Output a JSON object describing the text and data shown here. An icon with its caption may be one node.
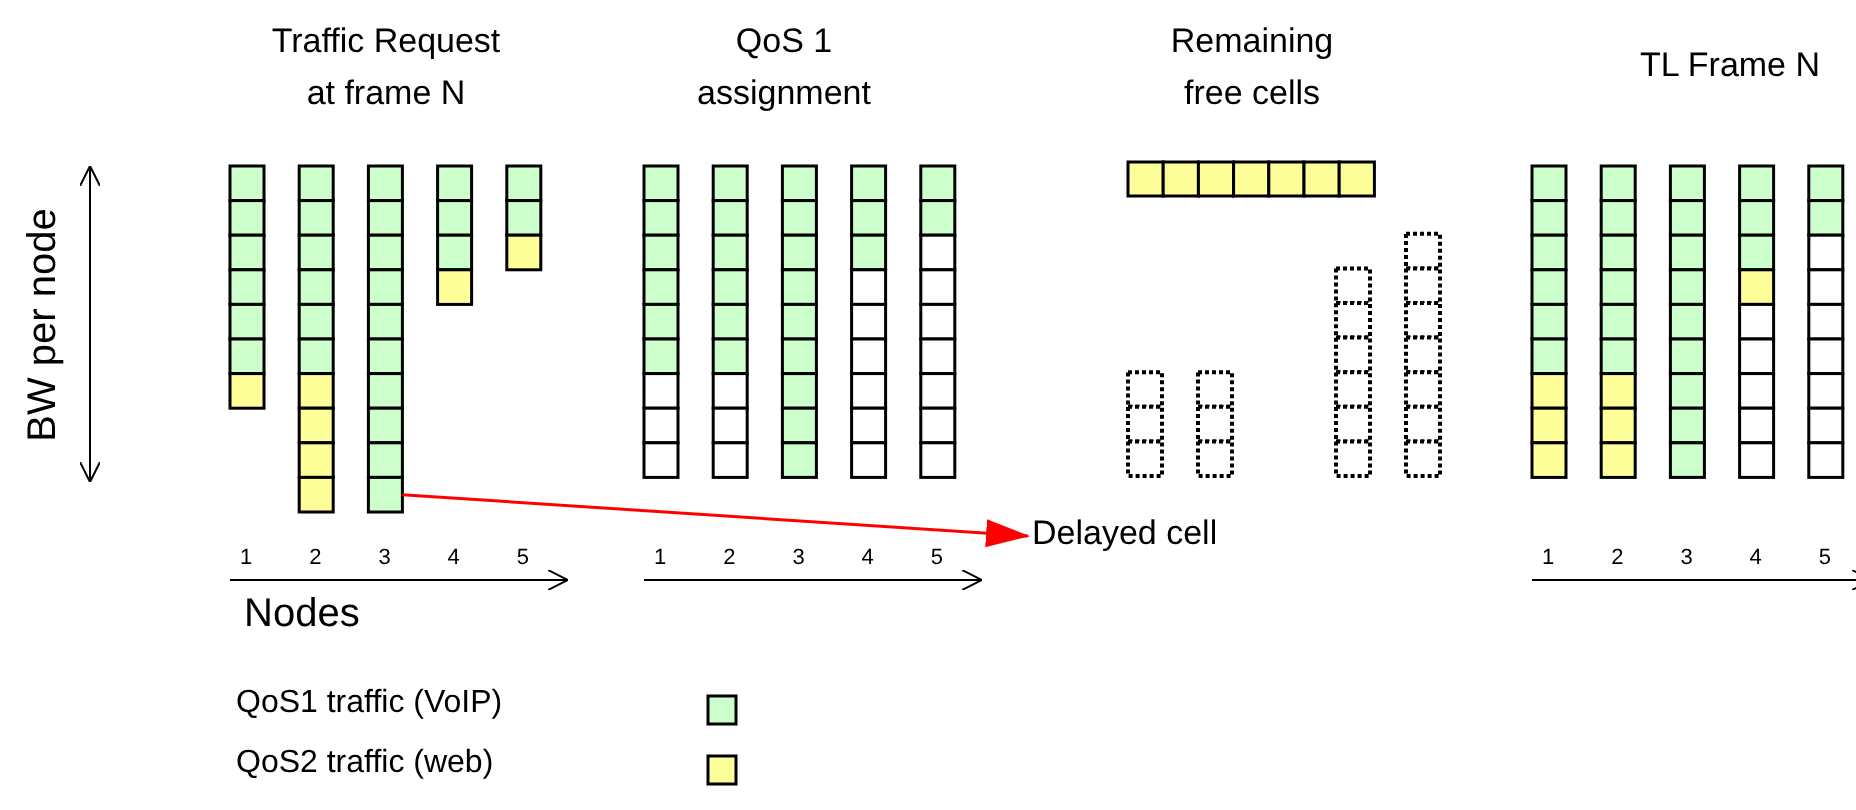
{
  "diagram": {
    "nodes": [
      {
        "text": [],
        "shape": "box"
      },
      {
        "text": [
          "Delayed cell"
        ]
      }
    ],
    "edges": [
      {
        "from": 0,
        "to": 1,
        "arrow": "to"
      }
    ],
    "labels": [
      "Traffic Request at frame N",
      "QoS 1 assignment",
      "Remaining free cells",
      "TL Frame N",
      "BW per node",
      "1",
      "2",
      "3",
      "4",
      "5",
      "1",
      "2",
      "3",
      "4",
      "5",
      "Nodes",
      "1",
      "2",
      "3",
      "4",
      "5"
    ],
    "legend": [
      {
        "text": "QoS1 traffic (VoIP)",
        "color": "#ccffcc"
      },
      {
        "text": "QoS2 traffic (web)",
        "color": "#ffff99"
      }
    ]
  }
}
